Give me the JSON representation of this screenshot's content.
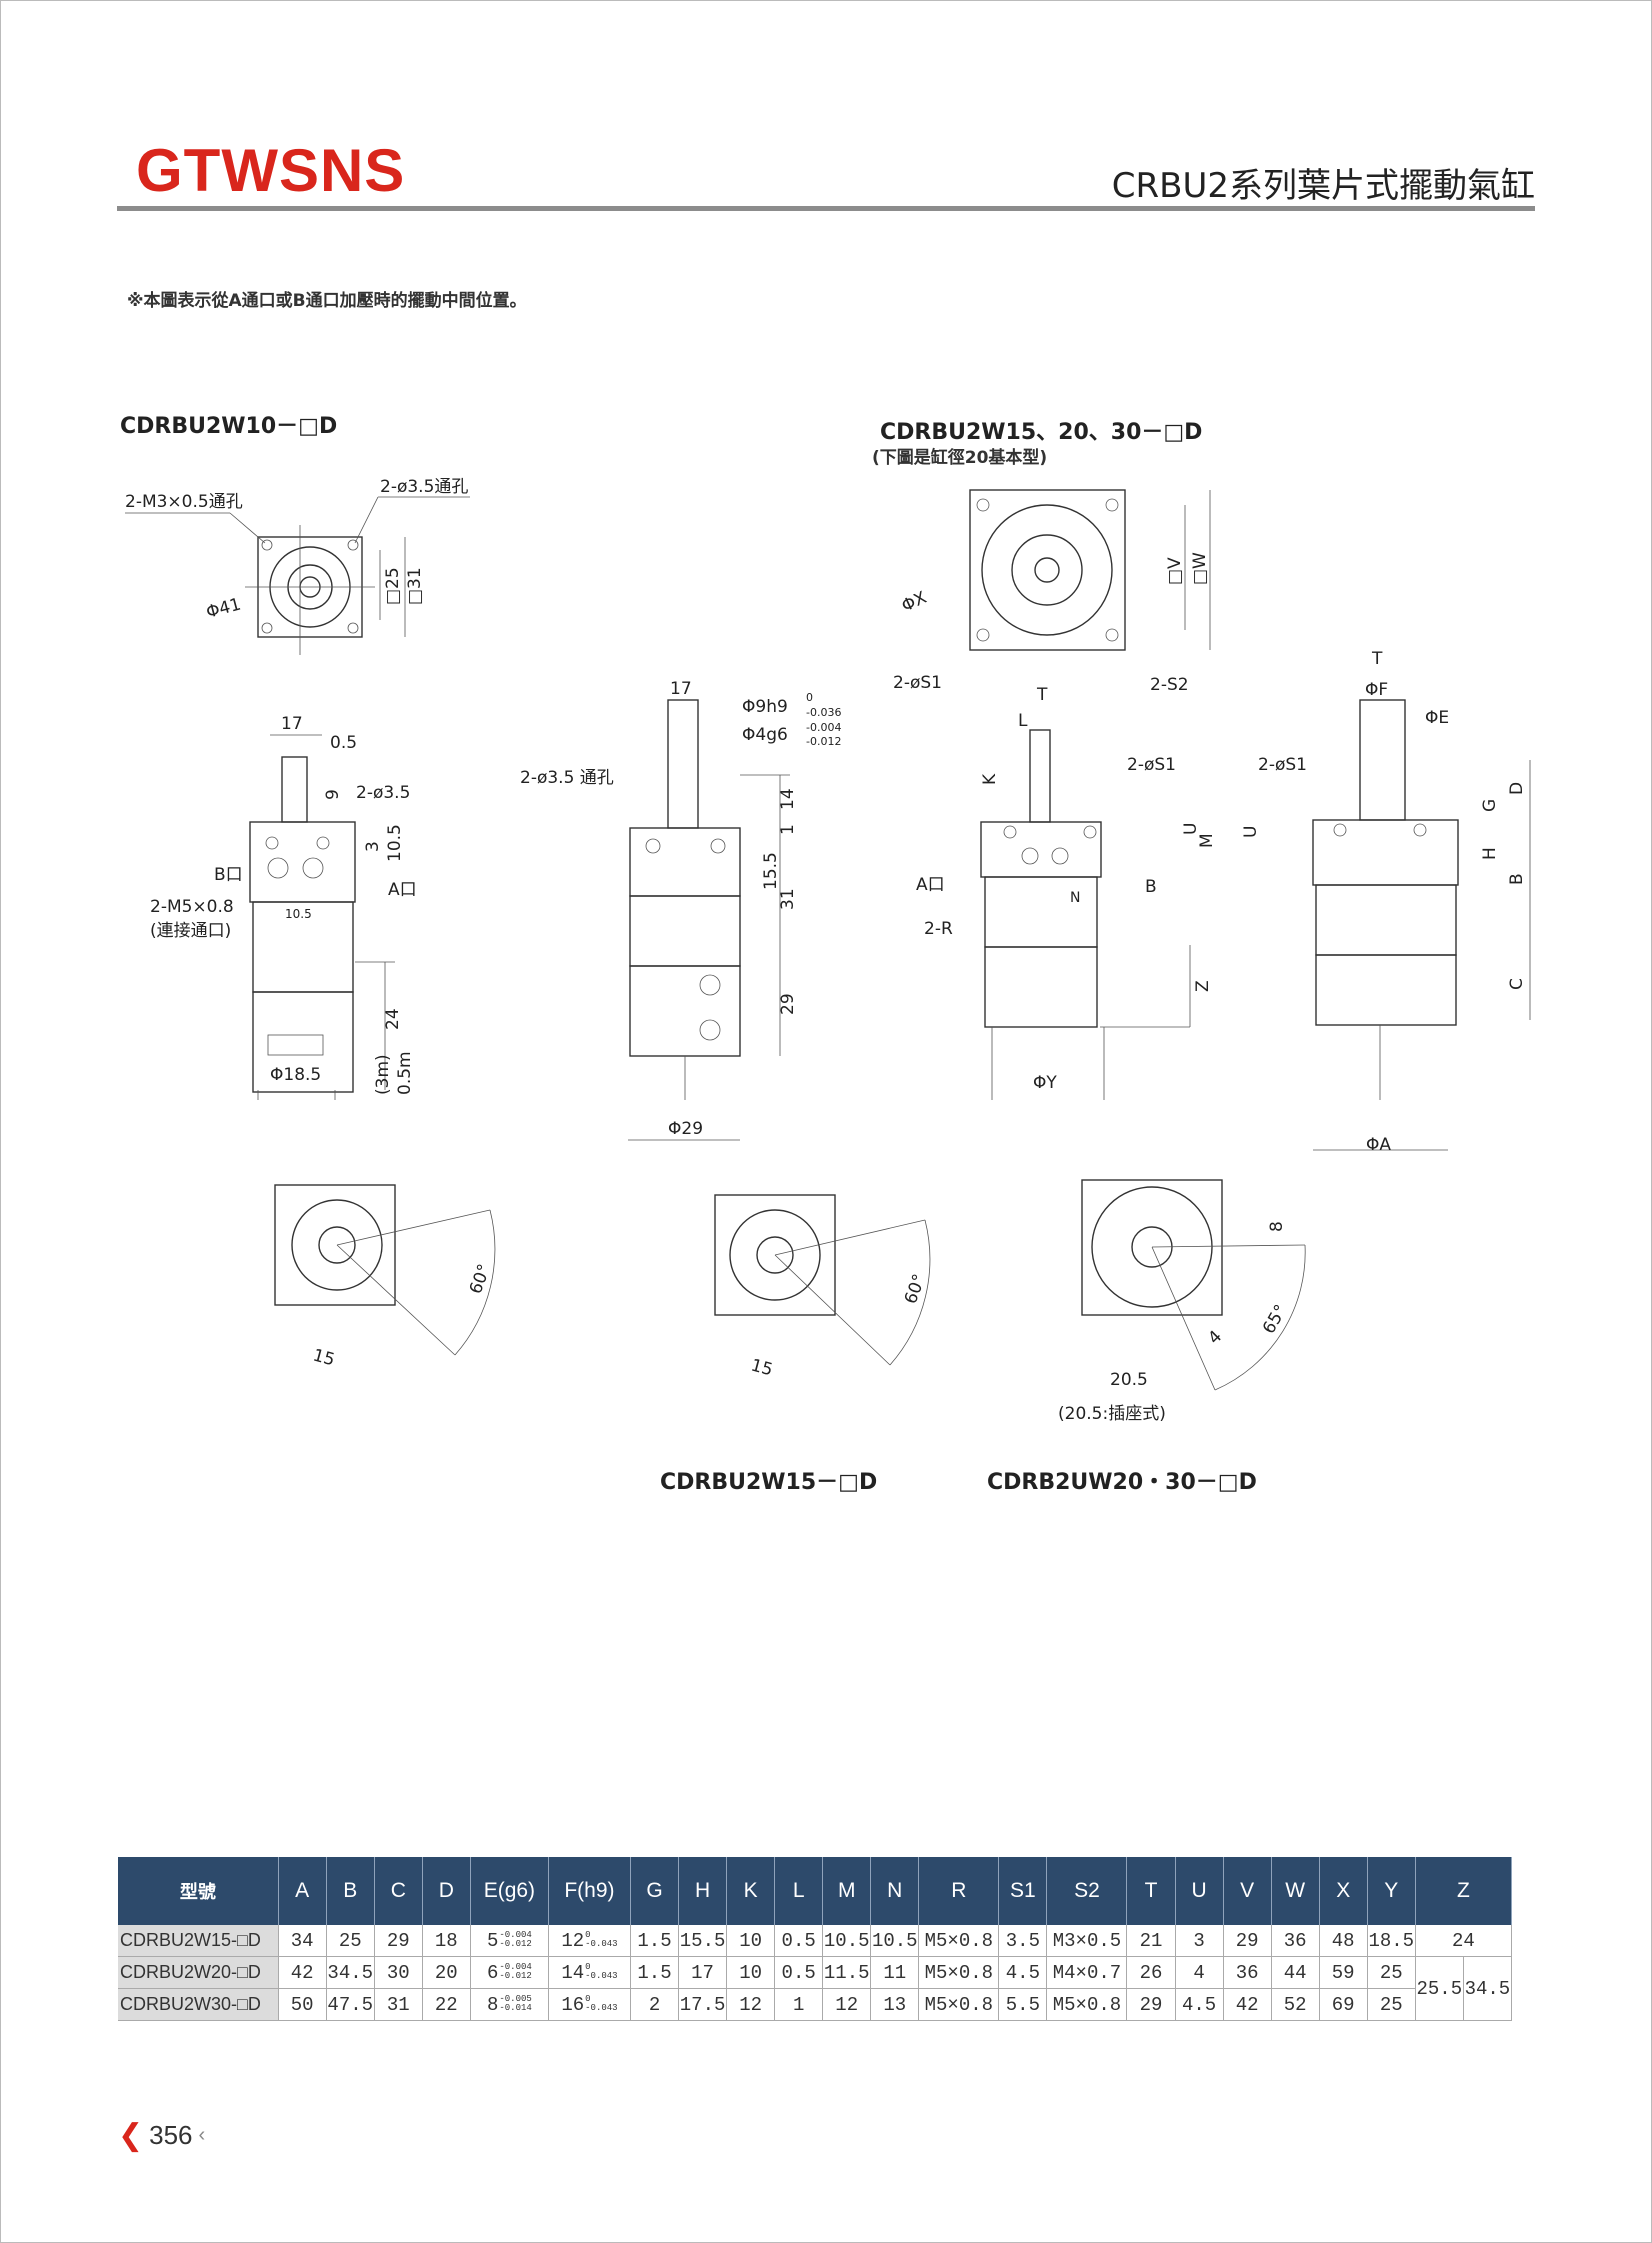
{
  "header": {
    "logo": "GTWSNS",
    "title": "CRBU2系列葉片式擺動氣缸"
  },
  "note": "※本圖表示從A通口或B通口加壓時的擺動中間位置。",
  "models": {
    "w10": "CDRBU2W10－□D",
    "w15_20_30": "CDRBU2W15、20、30－□D",
    "w15_20_30_sub": "(下圖是缸徑20基本型)",
    "w15": "CDRBU2W15－□D",
    "w20_30": "CDRB2UW20・30－□D"
  },
  "drawing_labels": {
    "d1_top": {
      "m3": "2-M3×0.5通孔",
      "hole": "2-ø3.5通孔",
      "phi41": "Φ41",
      "sq25": "□25",
      "sq31": "□31"
    },
    "d1_side": {
      "w17": "17",
      "d05": "0.5",
      "h9": "9",
      "hole": "2-ø3.5",
      "h3": "3",
      "h105": "10.5",
      "portB": "B口",
      "portA": "A口",
      "m5": "2-M5×0.8",
      "m5_note": "(連接通口)",
      "w105": "10.5",
      "h24": "24",
      "phi185": "Φ18.5",
      "cable3m": "(3m)",
      "cable05": "0.5m"
    },
    "d2_side": {
      "w17": "17",
      "phi9": "Φ9h9",
      "phi9_up": "0",
      "phi9_lo": "-0.036",
      "phi4": "Φ4g6",
      "phi4_up": "-0.004",
      "phi4_lo": "-0.012",
      "hole": "2-ø3.5 通孔",
      "h14": "14",
      "h1": "1",
      "h155": "15.5",
      "h31": "31",
      "h29": "29",
      "phi29": "Φ29"
    },
    "d3_top": {
      "phiX": "ΦX",
      "sqV": "□V",
      "sqW": "□W",
      "s1": "2-øS1",
      "s2": "2-S2"
    },
    "d3_side": {
      "T": "T",
      "L": "L",
      "K": "K",
      "s1": "2-øS1",
      "U": "U",
      "M": "M",
      "portA": "A口",
      "B": "B",
      "N": "N",
      "R": "2-R",
      "Z": "Z",
      "phiY": "ΦY"
    },
    "d4_side": {
      "T": "T",
      "phiF": "ΦF",
      "phiE": "ΦE",
      "s1": "2-øS1",
      "G": "G",
      "D": "D",
      "U": "U",
      "H": "H",
      "B": "B",
      "C": "C",
      "phiA": "ΦA"
    },
    "d5_bottom": {
      "angle": "60°",
      "dim": "15"
    },
    "d6_bottom": {
      "angle": "60°",
      "dim": "15"
    },
    "d7_bottom": {
      "angle": "65°",
      "dim8": "8",
      "dim4": "4",
      "dim205": "20.5",
      "note": "(20.5:插座式)"
    }
  },
  "table": {
    "headers": [
      "型號",
      "A",
      "B",
      "C",
      "D",
      "E(g6)",
      "F(h9)",
      "G",
      "H",
      "K",
      "L",
      "M",
      "N",
      "R",
      "S1",
      "S2",
      "T",
      "U",
      "V",
      "W",
      "X",
      "Y",
      "Z"
    ],
    "rows": [
      {
        "model": "CDRBU2W15-□D",
        "A": "34",
        "B": "25",
        "C": "29",
        "D": "18",
        "E": "5",
        "E_up": "-0.004",
        "E_lo": "-0.012",
        "F": "12",
        "F_up": "0",
        "F_lo": "-0.043",
        "G": "1.5",
        "H": "15.5",
        "K": "10",
        "L": "0.5",
        "M": "10.5",
        "N": "10.5",
        "R": "M5×0.8",
        "S1": "3.5",
        "S2": "M3×0.5",
        "T": "21",
        "U": "3",
        "V": "29",
        "W": "36",
        "X": "48",
        "Y": "18.5",
        "Z": "24"
      },
      {
        "model": "CDRBU2W20-□D",
        "A": "42",
        "B": "34.5",
        "C": "30",
        "D": "20",
        "E": "6",
        "E_up": "-0.004",
        "E_lo": "-0.012",
        "F": "14",
        "F_up": "0",
        "F_lo": "-0.043",
        "G": "1.5",
        "H": "17",
        "K": "10",
        "L": "0.5",
        "M": "11.5",
        "N": "11",
        "R": "M5×0.8",
        "S1": "4.5",
        "S2": "M4×0.7",
        "T": "26",
        "U": "4",
        "V": "36",
        "W": "44",
        "X": "59",
        "Y": "25",
        "Z1": "25.5",
        "Z2": "34.5"
      },
      {
        "model": "CDRBU2W30-□D",
        "A": "50",
        "B": "47.5",
        "C": "31",
        "D": "22",
        "E": "8",
        "E_up": "-0.005",
        "E_lo": "-0.014",
        "F": "16",
        "F_up": "0",
        "F_lo": "-0.043",
        "G": "2",
        "H": "17.5",
        "K": "12",
        "L": "1",
        "M": "12",
        "N": "13",
        "R": "M5×0.8",
        "S1": "5.5",
        "S2": "M5×0.8",
        "T": "29",
        "U": "4.5",
        "V": "42",
        "W": "52",
        "X": "69",
        "Y": "25"
      }
    ]
  },
  "page_number": "356",
  "colors": {
    "brand": "#d9261c",
    "table_header": "#2d4a6b",
    "rule": "#8c8c8c"
  }
}
